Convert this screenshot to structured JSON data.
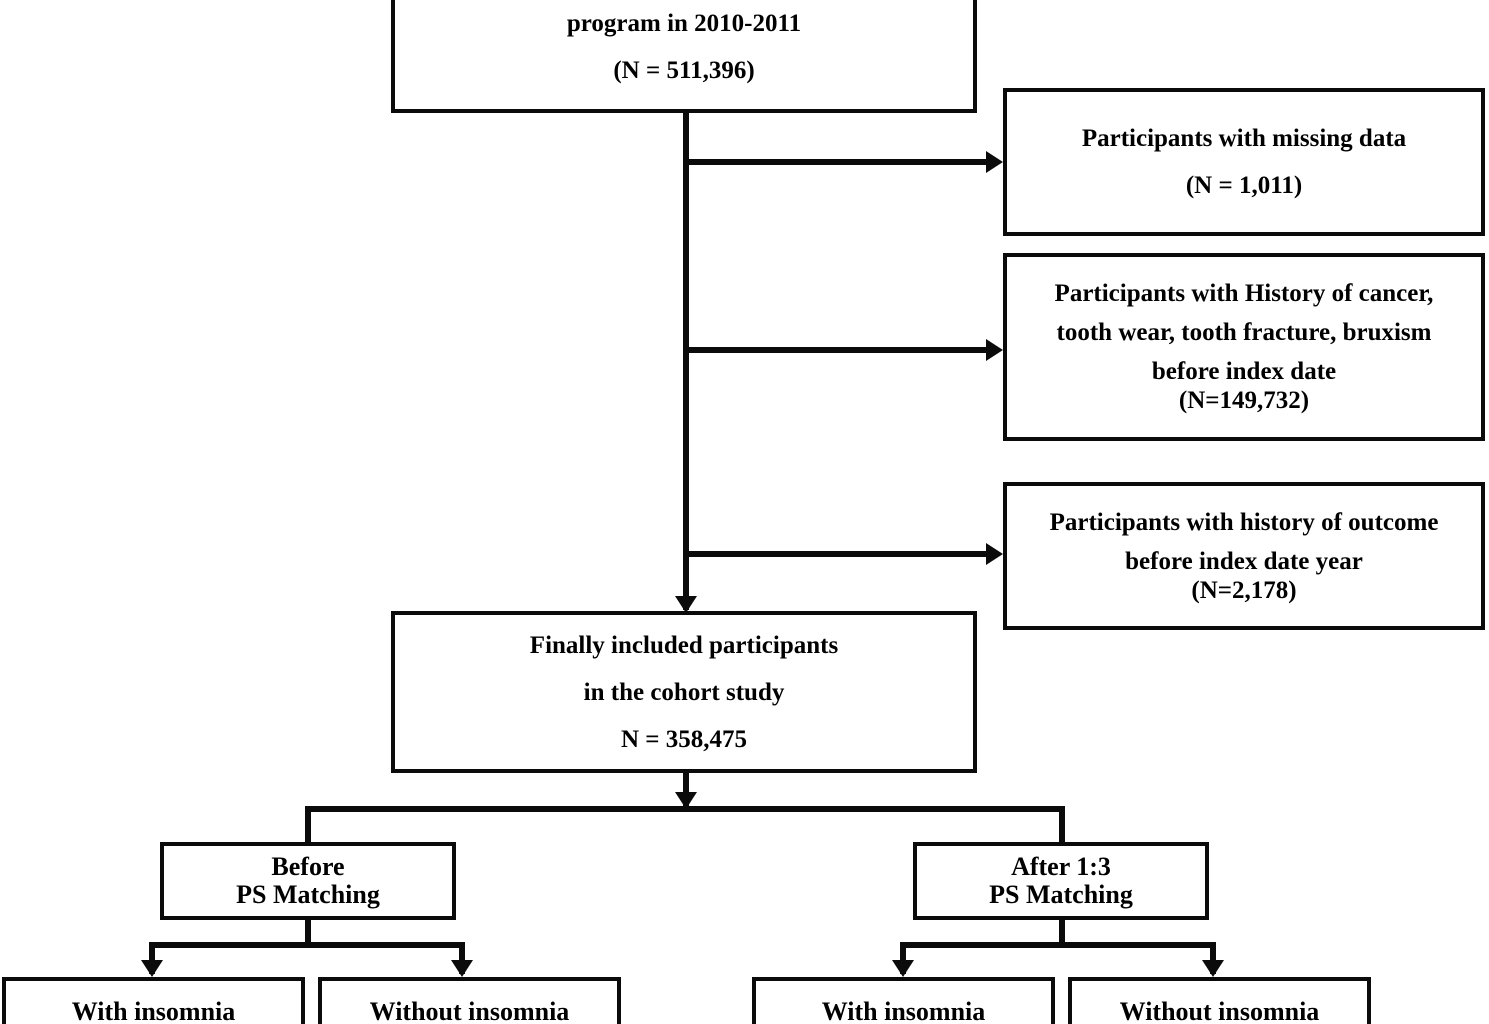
{
  "figure": {
    "type": "flowchart",
    "title": "Study participant selection flow diagram",
    "colors": {
      "line": "#0b0b0b",
      "box_border": "#0b0b0b",
      "background": "#ffffff",
      "text": "#000000"
    }
  },
  "nodes": {
    "source_population": {
      "name": "source-population-box",
      "lines": [
        "program in 2010-2011",
        "(N = 511,396)"
      ],
      "clipped_top": true
    },
    "exclusion_missing_data": {
      "name": "exclusion-missing-data-box",
      "lines": [
        "Participants with missing data",
        "(N = 1,011)"
      ]
    },
    "exclusion_history_conditions": {
      "name": "exclusion-history-conditions-box",
      "lines": [
        "Participants with History of cancer,",
        "tooth wear, tooth fracture, bruxism",
        "before index date",
        "(N=149,732)"
      ]
    },
    "exclusion_history_outcome": {
      "name": "exclusion-history-outcome-box",
      "lines": [
        "Participants with history of outcome",
        "before index date year",
        "(N=2,178)"
      ]
    },
    "final_cohort": {
      "name": "final-cohort-box",
      "lines": [
        "Finally included participants",
        "in the cohort study",
        "N = 358,475"
      ]
    },
    "before_ps_matching": {
      "name": "before-ps-matching-box",
      "lines": [
        "Before",
        "PS Matching"
      ]
    },
    "after_ps_matching": {
      "name": "after-ps-matching-box",
      "lines": [
        "After 1:3",
        "PS Matching"
      ]
    },
    "before_with_insomnia": {
      "name": "before-with-insomnia-box",
      "lines": [
        "With insomnia"
      ]
    },
    "before_without_insomnia": {
      "name": "before-without-insomnia-box",
      "lines": [
        "Without insomnia"
      ]
    },
    "after_with_insomnia": {
      "name": "after-with-insomnia-box",
      "lines": [
        "With insomnia"
      ]
    },
    "after_without_insomnia": {
      "name": "after-without-insomnia-box",
      "lines": [
        "Without insomnia"
      ]
    }
  },
  "chart_data": {
    "type": "flowchart",
    "title": "Study participant selection flow diagram",
    "counts": {
      "source_population": 511396,
      "excluded_missing_data": 1011,
      "excluded_history_cancer_tooth_bruxism": 149732,
      "excluded_history_of_outcome": 2178,
      "final_cohort": 358475
    },
    "branches": [
      {
        "label": "Before PS Matching",
        "groups": [
          "With insomnia",
          "Without insomnia"
        ]
      },
      {
        "label": "After 1:3 PS Matching",
        "groups": [
          "With insomnia",
          "Without insomnia"
        ]
      }
    ]
  }
}
